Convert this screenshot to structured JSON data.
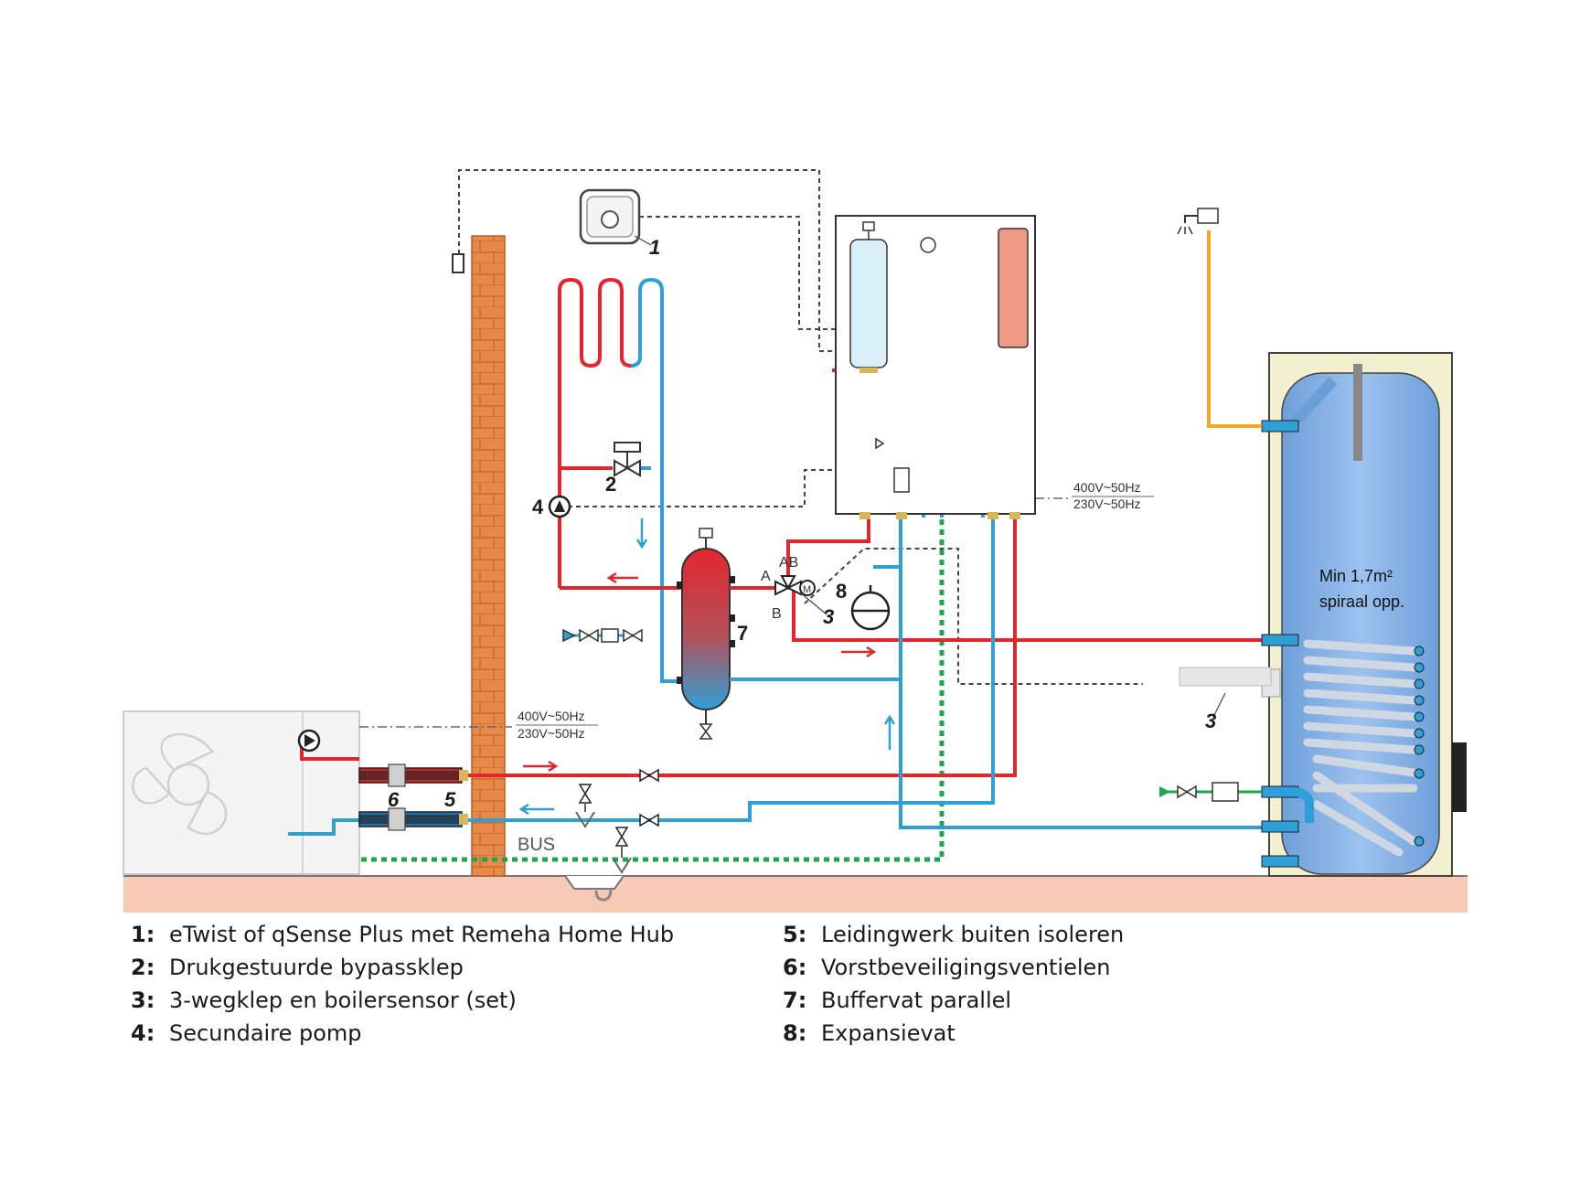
{
  "callouts": {
    "c1": "1",
    "c2": "2",
    "c3": "3",
    "c4": "4",
    "c5": "5",
    "c6": "6",
    "c7": "7",
    "c8": "8",
    "c3b": "3"
  },
  "valve_ports": {
    "a": "A",
    "ab": "AB",
    "b": "B",
    "m": "M"
  },
  "electric": {
    "boiler_400": "400V~50Hz",
    "boiler_230": "230V~50Hz",
    "outdoor_400": "400V~50Hz",
    "outdoor_230": "230V~50Hz"
  },
  "bus_label": "BUS",
  "tank_note": {
    "line1": "Min 1,7m²",
    "line2": "spiraal opp."
  },
  "legend_left": [
    {
      "key": "1:",
      "text": "eTwist of qSense Plus met Remeha Home Hub"
    },
    {
      "key": "2:",
      "text": "Drukgestuurde bypassklep"
    },
    {
      "key": "3:",
      "text": "3-wegklep en boilersensor (set)"
    },
    {
      "key": "4:",
      "text": "Secundaire pomp"
    }
  ],
  "legend_right": [
    {
      "key": "5:",
      "text": "Leidingwerk buiten isoleren"
    },
    {
      "key": "6:",
      "text": "Vorstbeveiligingsventielen"
    },
    {
      "key": "7:",
      "text": "Buffervat parallel"
    },
    {
      "key": "8:",
      "text": "Expansievat"
    }
  ],
  "colors": {
    "supply_red": "#e3262e",
    "return_blue": "#2f9fd8",
    "dhw_orange": "#f5a623",
    "cold_green": "#1fa64a",
    "brick": "#e8894a",
    "floor": "#f6c9b5",
    "tank": "#8cb6e6"
  }
}
